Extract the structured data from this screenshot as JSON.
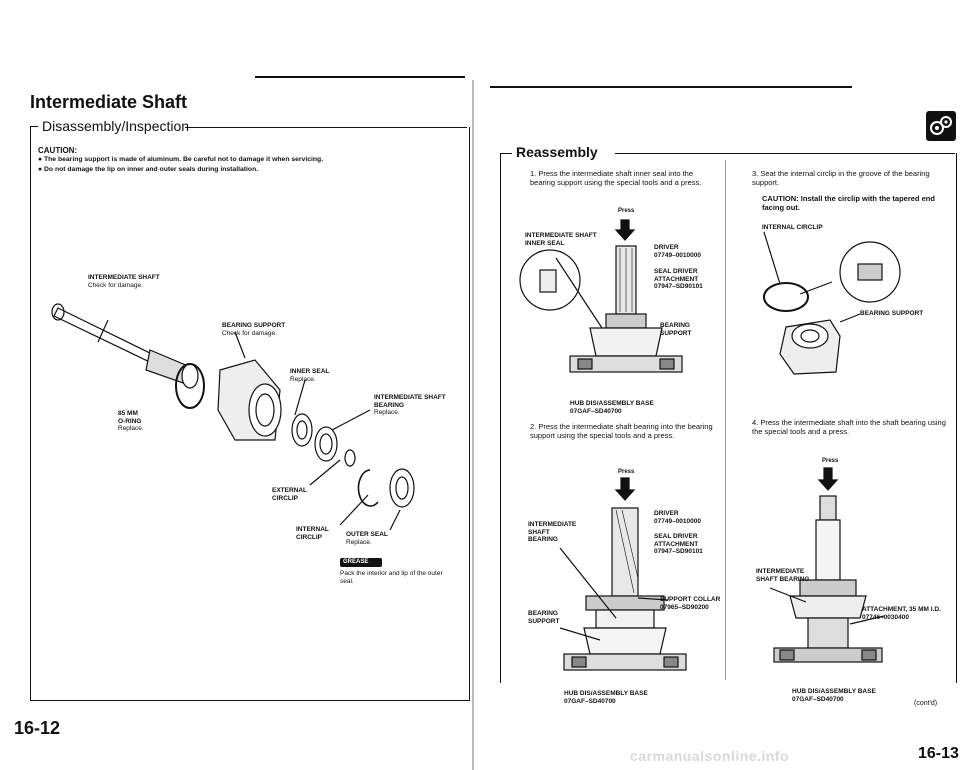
{
  "left_page": {
    "title": "Intermediate Shaft",
    "section": "Disassembly/Inspection",
    "caution_label": "CAUTION:",
    "caution_1": "● The bearing support is made of aluminum. Be careful not to damage it when servicing.",
    "caution_2": "● Do not damage the lip on inner and outer seals during installation.",
    "labels": {
      "intermediate_shaft": "INTERMEDIATE SHAFT",
      "intermediate_shaft_note": "Check for damage.",
      "bearing_support": "BEARING SUPPORT",
      "bearing_support_note": "Check for damage.",
      "inner_seal": "INNER SEAL",
      "inner_seal_note": "Replace.",
      "o_ring": "85 mm\nO-RING",
      "o_ring_note": "Replace.",
      "int_shaft_bearing": "INTERMEDIATE SHAFT\nBEARING",
      "int_shaft_bearing_note": "Replace.",
      "external_circlip": "EXTERNAL\nCIRCLIP",
      "internal_circlip": "INTERNAL\nCIRCLIP",
      "outer_seal": "OUTER SEAL",
      "outer_seal_note": "Replace.",
      "grease_badge": "GREASE",
      "grease_note": "Pack the interior and lip of the outer seal."
    },
    "page_number": "16-12"
  },
  "right_page": {
    "section": "Reassembly",
    "step1": "1.  Press the intermediate shaft inner seal into the bearing support using the special tools and a press.",
    "step2": "2.  Press the intermediate shaft bearing into the bearing support using the special tools and a press.",
    "step3": "3.  Seat the internal circlip in the groove of the bearing support.",
    "caution3": "CAUTION:  Install the circlip with the tapered end facing out.",
    "step4": "4.  Press the intermediate shaft into the shaft bearing using the special tools and a press.",
    "press": "Press",
    "fig1": {
      "inner_seal": "INTERMEDIATE SHAFT\nINNER SEAL",
      "driver": "DRIVER\n07749–0010000",
      "seal_driver": "SEAL DRIVER\nATTACHMENT\n07947–SD90101",
      "bearing_support": "BEARING\nSUPPORT",
      "hub_base": "HUB DIS/ASSEMBLY BASE\n07GAF–SD40700"
    },
    "fig2": {
      "driver": "DRIVER\n07749–0010000",
      "int_bearing": "INTERMEDIATE\nSHAFT\nBEARING",
      "seal_driver": "SEAL DRIVER\nATTACHMENT\n07947–SD90101",
      "support_collar": "SUPPORT COLLAR\n07965–SD90200",
      "bearing_support": "BEARING\nSUPPORT",
      "hub_base": "HUB DIS/ASSEMBLY BASE\n07GAF–SD40700"
    },
    "fig3": {
      "internal_circlip": "INTERNAL CIRCLIP",
      "bearing_support": "BEARING SUPPORT"
    },
    "fig4": {
      "int_bearing": "INTERMEDIATE\nSHAFT BEARING",
      "attachment": "ATTACHMENT, 35 mm I.D.\n07746–0030400",
      "hub_base": "HUB DIS/ASSEMBLY BASE\n07GAF–SD40700"
    },
    "contd": "(cont'd)",
    "page_number": "16-13"
  },
  "footer_watermark": "carmanualsonline.info"
}
